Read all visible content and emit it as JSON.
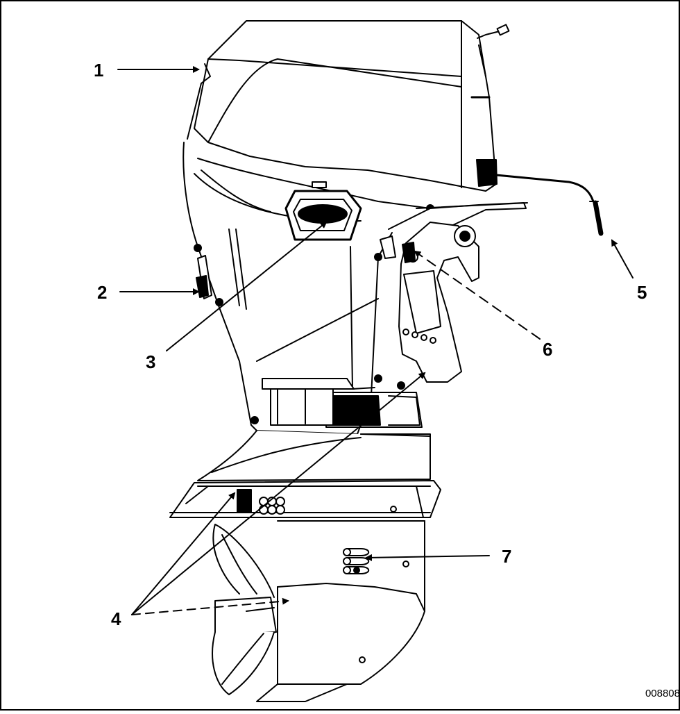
{
  "diagram": {
    "figure_id": "008808",
    "callouts": [
      {
        "id": "callout-1",
        "label": "1"
      },
      {
        "id": "callout-2",
        "label": "2"
      },
      {
        "id": "callout-3",
        "label": "3"
      },
      {
        "id": "callout-4",
        "label": "4"
      },
      {
        "id": "callout-5",
        "label": "5"
      },
      {
        "id": "callout-6",
        "label": "6"
      },
      {
        "id": "callout-7",
        "label": "7"
      }
    ]
  },
  "colors": {
    "line": "#000000",
    "background": "#ffffff"
  }
}
